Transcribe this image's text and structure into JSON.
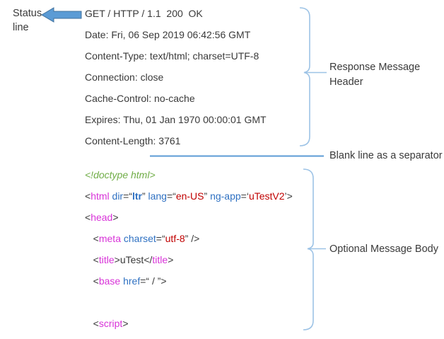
{
  "colors": {
    "text": "#3a3a3a",
    "tag": "#d833d8",
    "attr": "#2f71c2",
    "value_red": "#c00000",
    "doctype_green": "#70ad47",
    "bracket_blue": "#9dc3e6",
    "separator_blue": "#5b9bd5",
    "arrow_fill": "#5b9bd5",
    "arrow_stroke": "#41719c"
  },
  "annotations": {
    "status_label": [
      "Status",
      "line"
    ],
    "response_header": "Response Message Header",
    "separator": "Blank line as a separator",
    "body": "Optional Message Body"
  },
  "icons": {
    "status_arrow": "left-block-arrow"
  },
  "response": {
    "status_line": "GET / HTTP / 1.1  200  OK",
    "headers": [
      "Date: Fri, 06 Sep 2019 06:42:56 GMT",
      "Content-Type: text/html; charset=UTF-8",
      "Connection: close",
      "Cache-Control: no-cache",
      "Expires: Thu, 01 Jan 1970 00:00:01 GMT",
      "Content-Length: 3761"
    ],
    "body_lines": [
      [
        {
          "t": "<!doctype html>",
          "c": "doc"
        }
      ],
      [
        {
          "t": "<",
          "c": "p"
        },
        {
          "t": "html",
          "c": "tag"
        },
        {
          "t": " ",
          "c": "p"
        },
        {
          "t": "dir",
          "c": "attr"
        },
        {
          "t": "=“",
          "c": "p"
        },
        {
          "t": "ltr",
          "c": "valb"
        },
        {
          "t": "” ",
          "c": "p"
        },
        {
          "t": "lang",
          "c": "attr"
        },
        {
          "t": "=“",
          "c": "p"
        },
        {
          "t": "en-US",
          "c": "val"
        },
        {
          "t": "” ",
          "c": "p"
        },
        {
          "t": "ng-app",
          "c": "attr"
        },
        {
          "t": "=‘",
          "c": "p"
        },
        {
          "t": "uTestV2",
          "c": "val"
        },
        {
          "t": "’>",
          "c": "p"
        }
      ],
      [
        {
          "t": "<",
          "c": "p"
        },
        {
          "t": "head",
          "c": "tag"
        },
        {
          "t": ">",
          "c": "p"
        }
      ],
      [
        {
          "t": "   <",
          "c": "p"
        },
        {
          "t": "meta",
          "c": "tag"
        },
        {
          "t": " ",
          "c": "p"
        },
        {
          "t": "charset",
          "c": "attr"
        },
        {
          "t": "=“",
          "c": "p"
        },
        {
          "t": "utf-8",
          "c": "val"
        },
        {
          "t": "” />",
          "c": "p"
        }
      ],
      [
        {
          "t": "   <",
          "c": "p"
        },
        {
          "t": "title",
          "c": "tag"
        },
        {
          "t": ">",
          "c": "p"
        },
        {
          "t": "uTest",
          "c": "p"
        },
        {
          "t": "</",
          "c": "p"
        },
        {
          "t": "title",
          "c": "tag"
        },
        {
          "t": ">",
          "c": "p"
        }
      ],
      [
        {
          "t": "   <",
          "c": "p"
        },
        {
          "t": "base",
          "c": "tag"
        },
        {
          "t": " ",
          "c": "p"
        },
        {
          "t": "href",
          "c": "attr"
        },
        {
          "t": "=“ / ”>",
          "c": "p"
        }
      ],
      [],
      [
        {
          "t": "   <",
          "c": "p"
        },
        {
          "t": "script",
          "c": "tag"
        },
        {
          "t": ">",
          "c": "p"
        }
      ]
    ]
  }
}
